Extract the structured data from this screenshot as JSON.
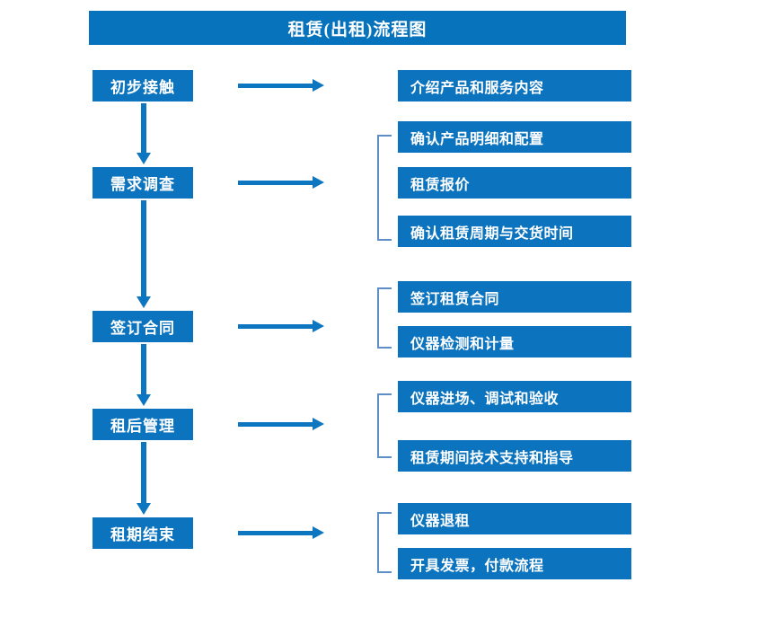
{
  "title": "租赁(出租)流程图",
  "colors": {
    "box_blue": "#0c74bf",
    "title_blue": "#0873bd",
    "arrow_blue": "#0d76c0",
    "bracket_blue": "#5e8ec7",
    "text_white": "#ffffff",
    "background": "#ffffff"
  },
  "stages": [
    {
      "label": "初步接触"
    },
    {
      "label": "需求调查"
    },
    {
      "label": "签订合同"
    },
    {
      "label": "租后管理"
    },
    {
      "label": "租期结束"
    }
  ],
  "details": [
    {
      "label": "介绍产品和服务内容"
    },
    {
      "label": "确认产品明细和配置"
    },
    {
      "label": "租赁报价"
    },
    {
      "label": "确认租赁周期与交货时间"
    },
    {
      "label": "签订租赁合同"
    },
    {
      "label": "仪器检测和计量"
    },
    {
      "label": "仪器进场、调试和验收"
    },
    {
      "label": "租赁期间技术支持和指导"
    },
    {
      "label": "仪器退租"
    },
    {
      "label": "开具发票，付款流程"
    }
  ],
  "groups": [
    {
      "stage": "需求调查",
      "details": [
        "确认产品明细和配置",
        "租赁报价",
        "确认租赁周期与交货时间"
      ]
    },
    {
      "stage": "签订合同",
      "details": [
        "签订租赁合同",
        "仪器检测和计量"
      ]
    },
    {
      "stage": "租后管理",
      "details": [
        "仪器进场、调试和验收",
        "租赁期间技术支持和指导"
      ]
    },
    {
      "stage": "租期结束",
      "details": [
        "仪器退租",
        "开具发票，付款流程"
      ]
    }
  ]
}
